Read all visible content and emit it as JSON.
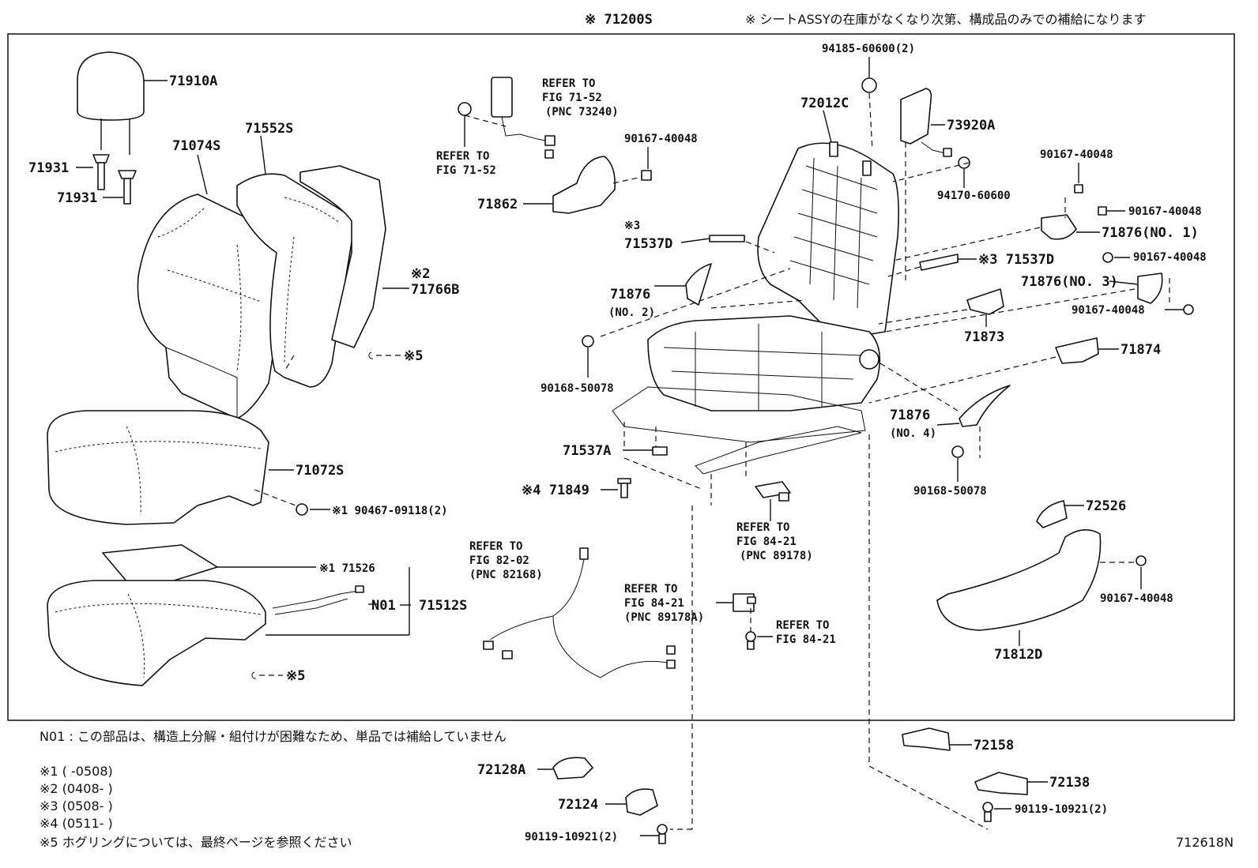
{
  "header": {
    "assy_code": "※ 71200S",
    "assy_note": "※ シートASSYの在庫がなくなり次第、構成品のみでの補給になります"
  },
  "parts": {
    "p71910A": "71910A",
    "p71931a": "71931",
    "p71931b": "71931",
    "p71074S": "71074S",
    "p71552S": "71552S",
    "p71766B_mark": "※2",
    "p71766B": "71766B",
    "p_mark5_top": "※5",
    "p71072S": "71072S",
    "p90467": "※1 90467-09118(2)",
    "p71526": "※1 71526",
    "pN01": "N01",
    "p71512S": "71512S",
    "p_mark5_bottom": "※5",
    "ref_seatbelt_1": "REFER TO",
    "ref_seatbelt_2": "FIG 71-52",
    "ref_seatbelt_3": "(PNC 73240)",
    "ref_left_1": "REFER TO",
    "ref_left_2": "FIG 71-52",
    "p90167_a": "90167-40048",
    "p71862": "71862",
    "p71537D_mark_l": "※3",
    "p71537D_l": "71537D",
    "p71876_l": "71876",
    "p71876_l_no": "(NO. 2)",
    "p90168_l": "90168-50078",
    "p71537A": "71537A",
    "p71849": "※4 71849",
    "ref_harness_1": "REFER TO",
    "ref_harness_2": "FIG 82-02",
    "ref_harness_3": "(PNC 82168)",
    "ref_sw_1": "REFER TO",
    "ref_sw_2": "FIG 84-21",
    "ref_sw_3": "(PNC 89178)",
    "ref_sw2_1": "REFER TO",
    "ref_sw2_2": "FIG 84-21",
    "ref_sw2_3": "(PNC 89178A)",
    "ref_sw3_1": "REFER TO",
    "ref_sw3_2": "FIG 84-21",
    "p94185": "94185-60600(2)",
    "p72012C": "72012C",
    "p73920A": "73920A",
    "p94170": "94170-60600",
    "p90167_b": "90167-40048",
    "p90167_c": "90167-40048",
    "p71876_no1": "71876(NO. 1)",
    "p71537D_r": "※3 71537D",
    "p90167_d": "90167-40048",
    "p71876_no3": "71876(NO. 3)",
    "p90167_e": "90167-40048",
    "p71873": "71873",
    "p71874": "71874",
    "p71876_no4": "71876",
    "p71876_no4_no": "(NO. 4)",
    "p90168_r": "90168-50078",
    "p72526": "72526",
    "p90167_f": "90167-40048",
    "p71812D": "71812D",
    "p72158": "72158",
    "p72138": "72138",
    "p90119_r": "90119-10921(2)",
    "p72128A": "72128A",
    "p72124": "72124",
    "p90119_l": "90119-10921(2)"
  },
  "notes": {
    "n01": "N01 : この部品は、構造上分解・組付けが困難なため、単品では補給していません",
    "n1": "※1 (      -0508)",
    "n2": "※2 (0408-      )",
    "n3": "※3 (0508-      )",
    "n4": "※4 (0511-      )",
    "n5": "※5 ホグリングについては、最終ページを参照ください"
  },
  "figure_id": "712618N"
}
